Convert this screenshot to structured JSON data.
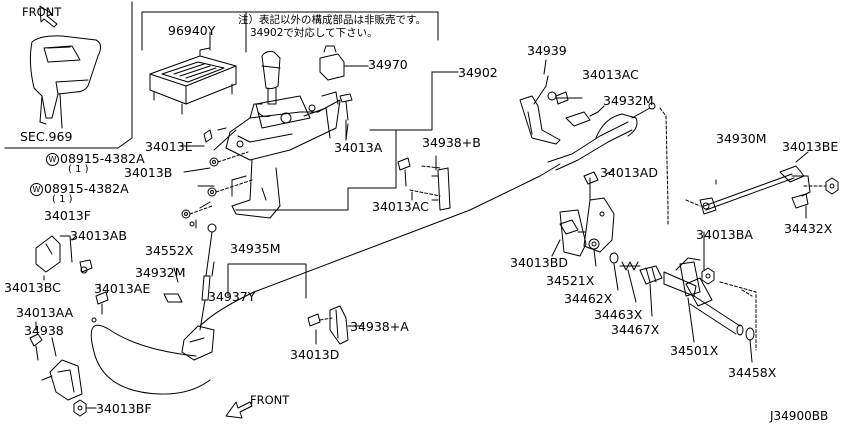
{
  "parts": {
    "p96940Y": "96940Y",
    "p34970": "34970",
    "p34902": "34902",
    "p34939": "34939",
    "p34013AC_top": "34013AC",
    "p34932M_top": "34932M",
    "p34930M": "34930M",
    "p34013BE": "34013BE",
    "p34013E": "34013E",
    "p08915_1": "08915-4382A",
    "p34013B": "34013B",
    "p08915_2": "08915-4382A",
    "p34013A": "34013A",
    "p34938B": "34938+B",
    "p34013AC_mid": "34013AC",
    "p34013AD": "34013AD",
    "p34432X": "34432X",
    "p34013F": "34013F",
    "p34013AB": "34013AB",
    "p34013BC": "34013BC",
    "p34552X": "34552X",
    "p34935M": "34935M",
    "p34013BA": "34013BA",
    "p34013BD": "34013BD",
    "p34521X": "34521X",
    "p34932M_bot": "34932M",
    "p34013AE": "34013AE",
    "p34937Y": "34937Y",
    "p34462X": "34462X",
    "p34463X": "34463X",
    "p34467X": "34467X",
    "p34013AA": "34013AA",
    "p34938A": "34938+A",
    "p34938": "34938",
    "p34013D": "34013D",
    "p34501X": "34501X",
    "p34458X": "34458X",
    "p34013BF": "34013BF"
  },
  "qty_1": "( 1 )",
  "qty_2": "( 1 )",
  "washer_symbol": "W",
  "sec_label": "SEC.969",
  "front_label_top": "FRONT",
  "front_label_bottom": "FRONT",
  "note_line1": "注）表記以外の構成部品は非販売です。",
  "note_line2": "34902で対応して下さい。",
  "diagram_code": "J34900BB"
}
